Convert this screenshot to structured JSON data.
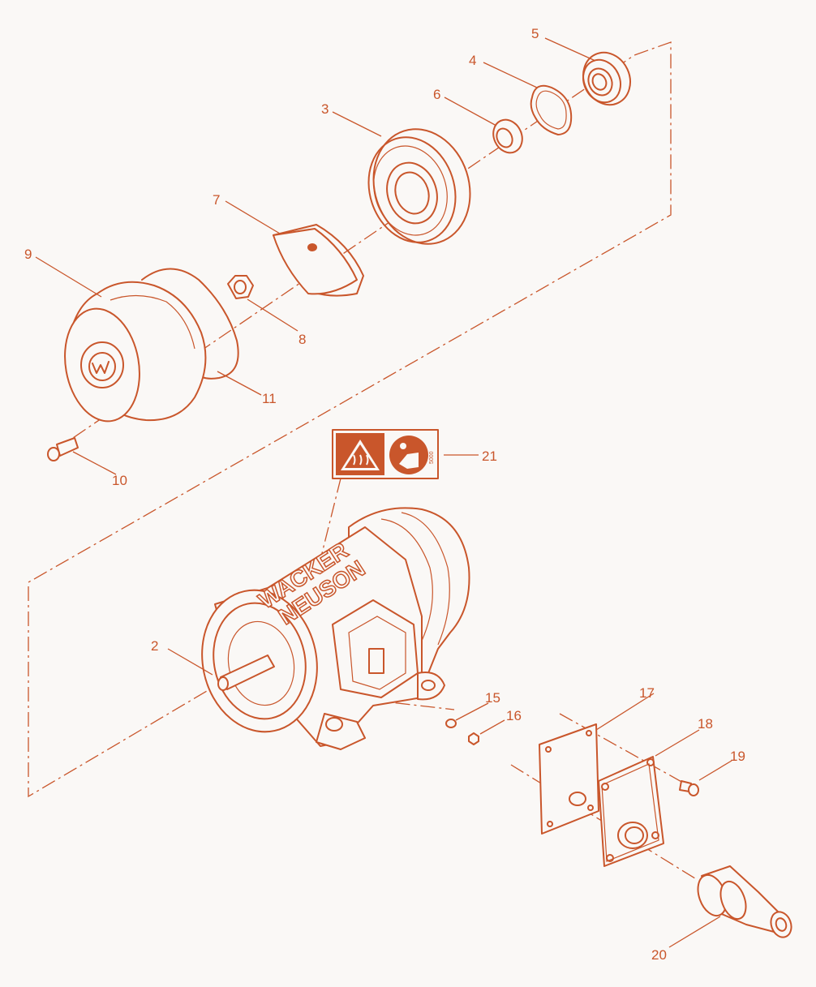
{
  "diagram": {
    "labels": {
      "p2": "2",
      "p3": "3",
      "p4": "4",
      "p5": "5",
      "p6": "6",
      "p7": "7",
      "p8": "8",
      "p9": "9",
      "p10": "10",
      "p11": "11",
      "p15": "15",
      "p16": "16",
      "p17": "17",
      "p18": "18",
      "p19": "19",
      "p20": "20",
      "p21": "21"
    },
    "housing_logo": {
      "line1": "WACKER",
      "line2": "NEUSON"
    },
    "decal_code": "5000",
    "colors": {
      "ink": "#c9562b",
      "background": "#faf8f6"
    },
    "icons": [
      "hot-surface-warning-icon",
      "read-manual-icon",
      "wacker-w-logo-icon"
    ]
  }
}
